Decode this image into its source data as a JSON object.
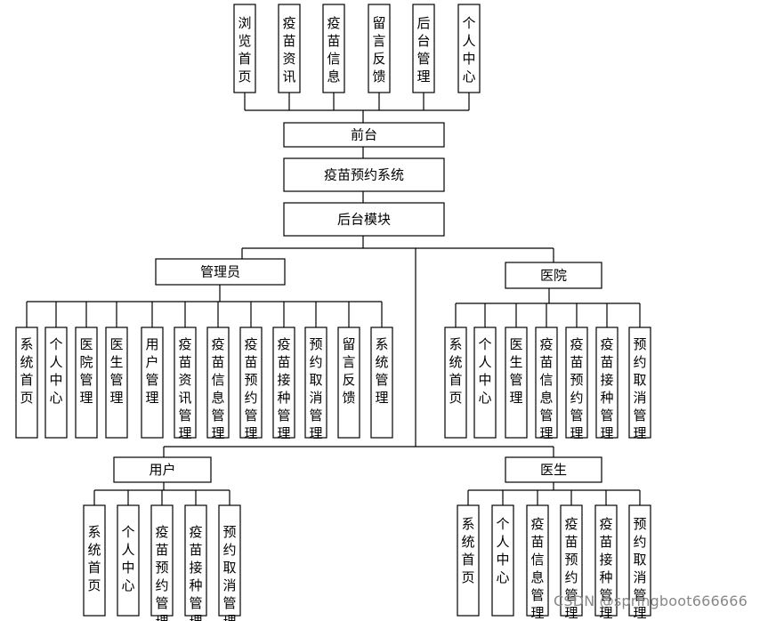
{
  "nodes": {
    "fe1": "浏览首页",
    "fe2": "疫苗资讯",
    "fe3": "疫苗信息",
    "fe4": "留言反馈",
    "fe5": "后台管理",
    "fe6": "个人中心",
    "frontend": "前台",
    "system": "疫苗预约系统",
    "backend": "后台模块",
    "admin": "管理员",
    "hospital": "医院",
    "user": "用户",
    "doctor": "医生",
    "a1": "系统首页",
    "a2": "个人中心",
    "a3": "医院管理",
    "a4": "医生管理",
    "a5": "用户管理",
    "a6": "疫苗资讯管理",
    "a7": "疫苗信息管理",
    "a8": "疫苗预约管理",
    "a9": "疫苗接种管理",
    "a10": "预约取消管理",
    "a11": "留言反馈",
    "a12": "系统管理",
    "h1": "系统首页",
    "h2": "个人中心",
    "h3": "医生管理",
    "h4": "疫苗信息管理",
    "h5": "疫苗预约管理",
    "h6": "疫苗接种管理",
    "h7": "预约取消管理",
    "u1": "系统首页",
    "u2": "个人中心",
    "u3": "疫苗预约管理",
    "u4": "疫苗接种管理",
    "u5": "预约取消管理",
    "d1": "系统首页",
    "d2": "个人中心",
    "d3": "疫苗信息管理",
    "d4": "疫苗预约管理",
    "d5": "疫苗接种管理",
    "d6": "预约取消管理"
  },
  "watermark": "CSDN @springboot666666"
}
